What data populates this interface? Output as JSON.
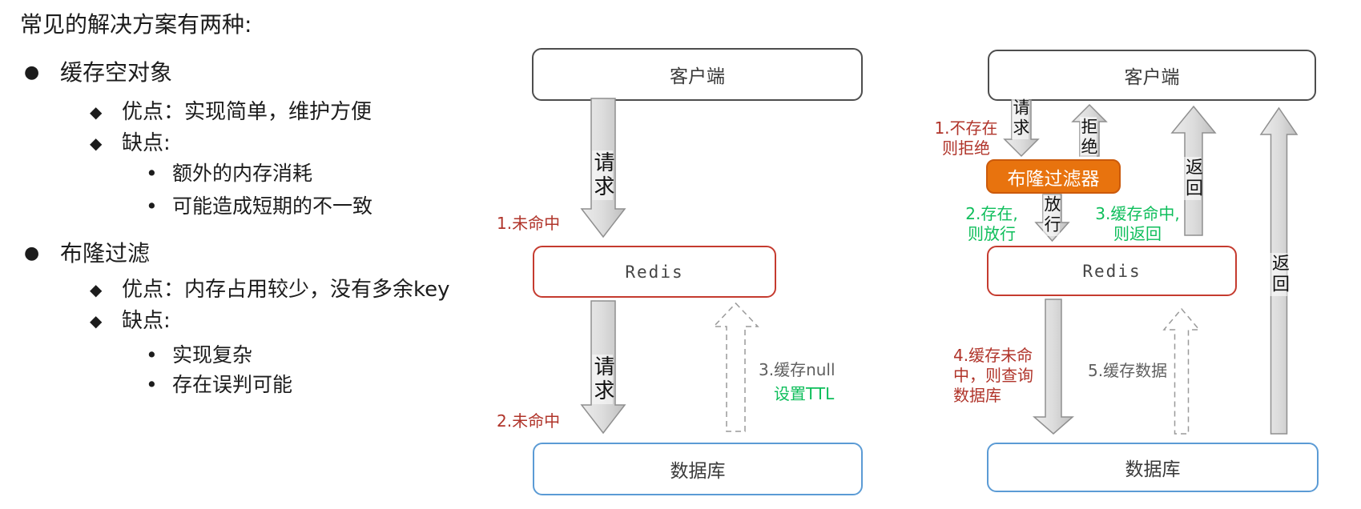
{
  "slide": {
    "background": "#ffffff",
    "colors": {
      "emphasis_red": "#b0342a",
      "emphasis_green": "#0ebe5b",
      "muted_gray": "#5f5f5f",
      "bloom_fill": "#e8730e",
      "bloom_border": "#cb5a0c",
      "client_border": "#4d4d4d",
      "redis_border": "#c53b2f",
      "database_border": "#5b9bd5",
      "arrow_fill": "#d9d9d9"
    }
  },
  "left_panel": {
    "title": "常见的解决方案有两种:",
    "lines": [
      {
        "marker": "●",
        "text": "缓存空对象"
      },
      {
        "marker": "◆",
        "text": "优点：实现简单，维护方便"
      },
      {
        "marker": "◆",
        "text": "缺点:"
      },
      {
        "marker": "•",
        "text": "额外的内存消耗"
      },
      {
        "marker": "•",
        "text": "可能造成短期的不一致"
      },
      {
        "marker": "●",
        "text": "布隆过滤"
      },
      {
        "marker": "◆",
        "text": "优点：内存占用较少，没有多余key"
      },
      {
        "marker": "◆",
        "text": "缺点:"
      },
      {
        "marker": "•",
        "text": "实现复杂"
      },
      {
        "marker": "•",
        "text": "存在误判可能"
      }
    ]
  },
  "diagram_cache_null": {
    "client_label": "客户端",
    "redis_label": "Redis",
    "database_label": "数据库",
    "request_arrow_1_label": "请求",
    "request_arrow_2_label": "请求",
    "note_miss_1": "1.未命中",
    "note_miss_2": "2.未命中",
    "note_cache_null": "3.缓存null",
    "note_set_ttl": "设置TTL"
  },
  "diagram_bloom_filter": {
    "client_label": "客户端",
    "bloom_label": "布隆过滤器",
    "redis_label": "Redis",
    "database_label": "数据库",
    "request_label": "请求",
    "reject_label": "拒绝",
    "pass_label": "放行",
    "return_label_1": "返回",
    "return_label_2": "返回",
    "note1": {
      "lines": [
        "1.不存在",
        "则拒绝"
      ]
    },
    "note2": {
      "lines": [
        "2.存在,",
        "则放行"
      ]
    },
    "note3": {
      "lines": [
        "3.缓存命中,",
        "则返回"
      ]
    },
    "note4": {
      "lines": [
        "4.缓存未命",
        "中，则查询",
        "数据库"
      ]
    },
    "note5": "5.缓存数据"
  }
}
